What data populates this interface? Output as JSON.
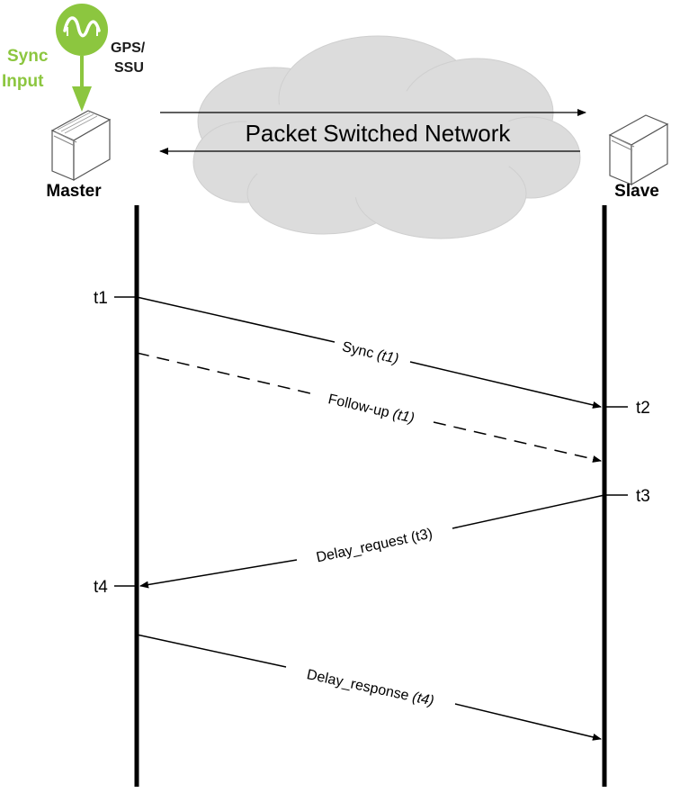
{
  "sync_source": {
    "sync_label_line1": "Sync",
    "sync_label_line2": "Input",
    "gps_label_line1": "GPS/",
    "gps_label_line2": "SSU",
    "accent_color": "#8cc63f"
  },
  "network": {
    "label": "Packet Switched Network"
  },
  "nodes": {
    "master": "Master",
    "slave": "Slave"
  },
  "timestamps": {
    "t1": "t1",
    "t2": "t2",
    "t3": "t3",
    "t4": "t4"
  },
  "messages": {
    "sync": {
      "name": "Sync",
      "arg": "(t1)"
    },
    "follow_up": {
      "name": "Follow-up",
      "arg": "(t1)"
    },
    "delay_request": {
      "name": "Delay_request",
      "arg": "(t3)"
    },
    "delay_response": {
      "name": "Delay_response",
      "arg": "(t4)"
    }
  }
}
